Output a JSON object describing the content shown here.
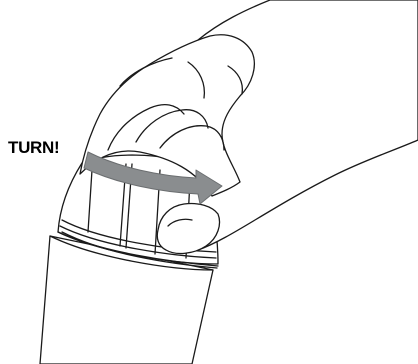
{
  "instruction": {
    "label": "TURN!"
  },
  "colors": {
    "outline": "#1a1a1a",
    "arrow_fill": "#8a8d8f",
    "arrow_stroke": "#6b6e70",
    "background": "#ffffff"
  },
  "icons": {
    "arrow": "curved-turn-arrow-icon",
    "hand": "hand-illustration",
    "bottle": "bottle-illustration"
  }
}
